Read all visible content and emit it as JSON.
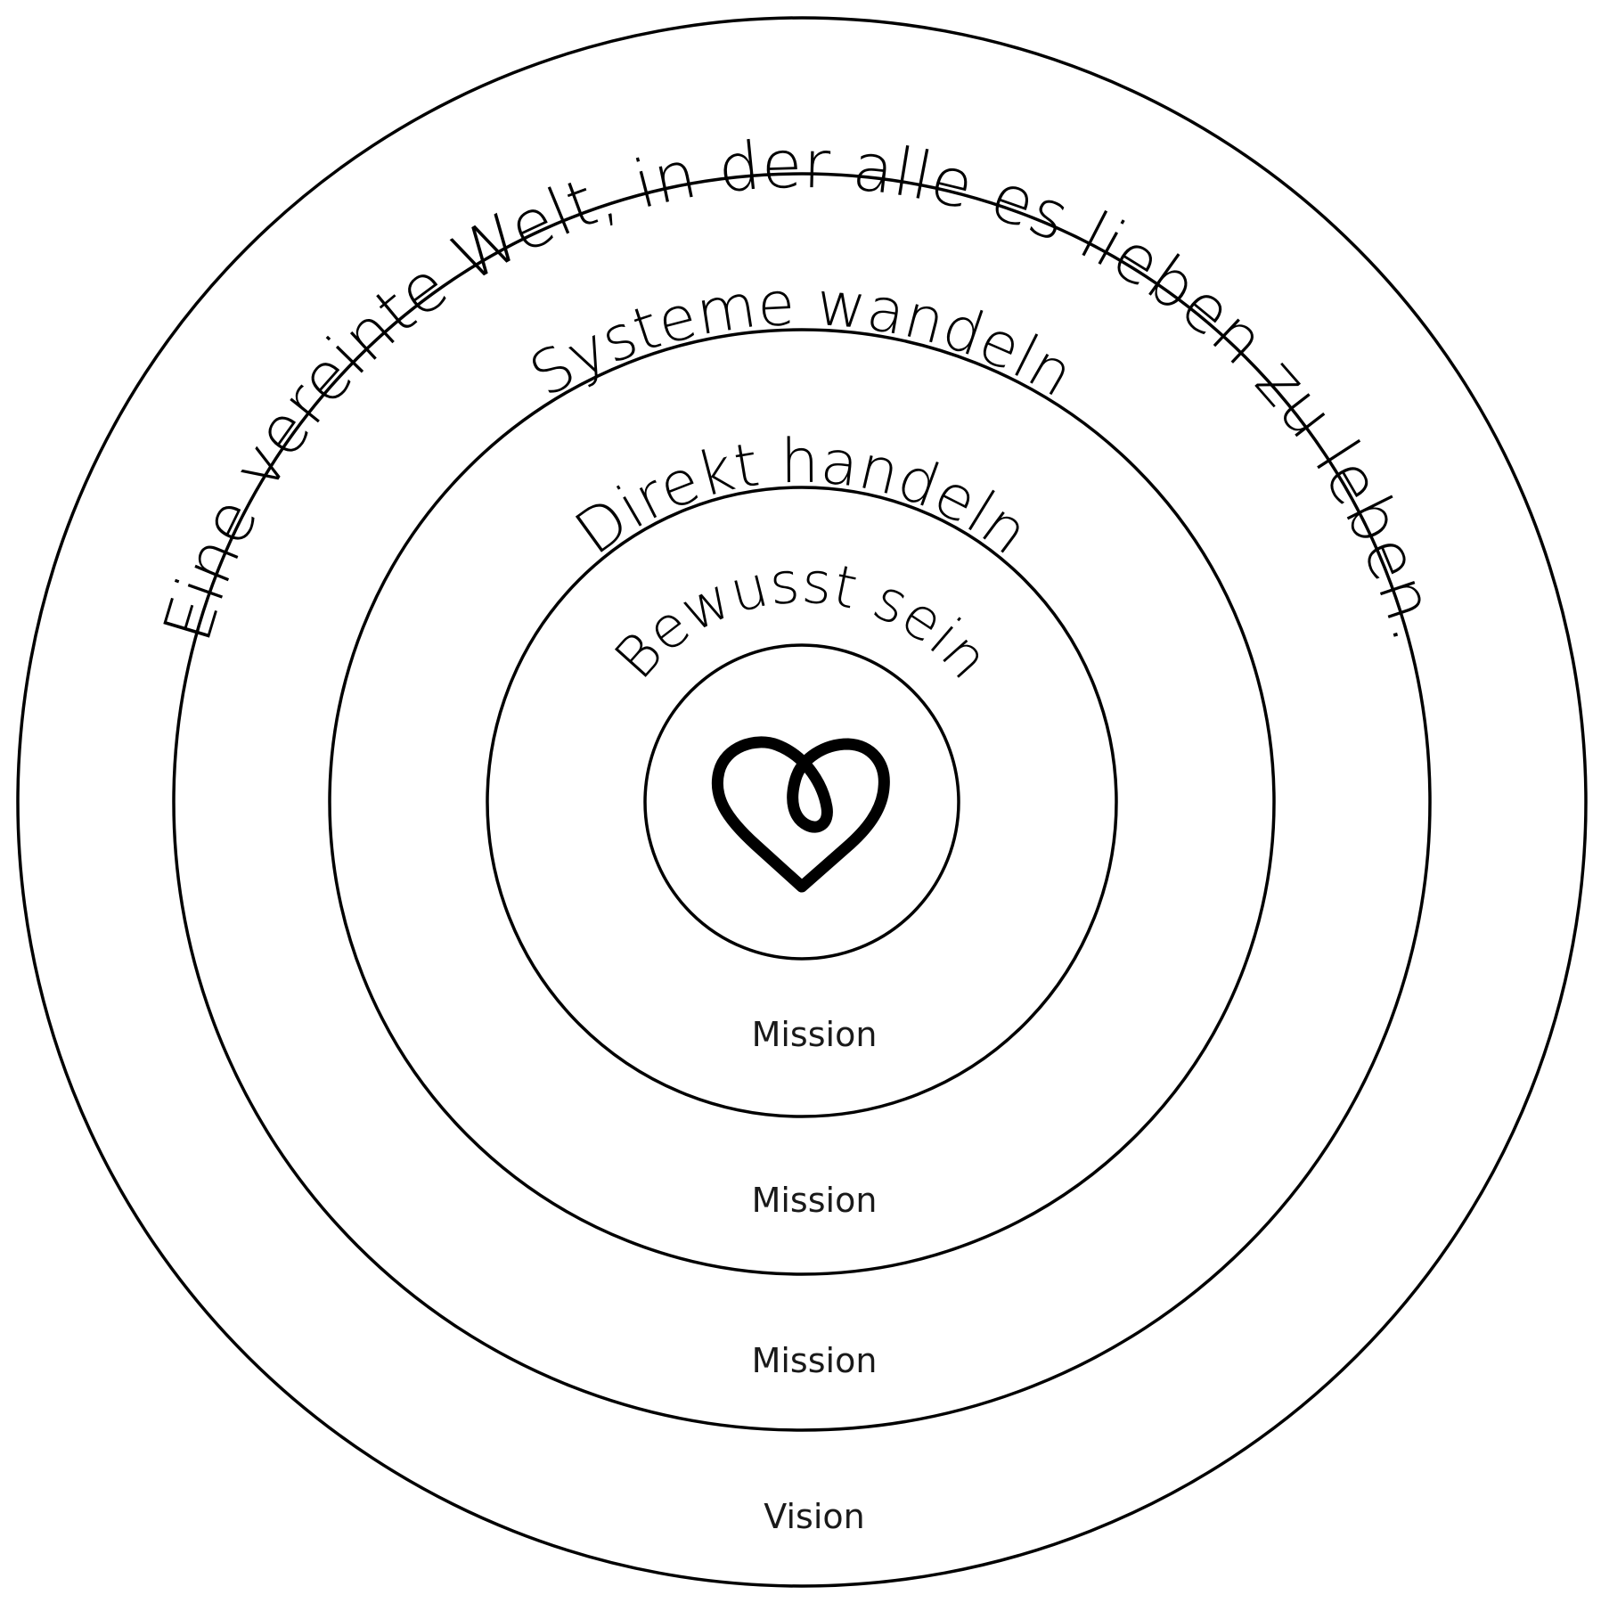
{
  "colors": {
    "stroke": "#000000",
    "background": "#ffffff",
    "label": "#1a1a1a"
  },
  "center": {
    "icon": "loop-heart-icon"
  },
  "rings": [
    {
      "id": "vision",
      "curved_text": "Eine vereinte Welt, in der alle es lieben zu leben.",
      "label": "Vision"
    },
    {
      "id": "mission3",
      "curved_text": "Systeme wandeln",
      "label": "Mission"
    },
    {
      "id": "mission2",
      "curved_text": "Direkt handeln",
      "label": "Mission"
    },
    {
      "id": "mission1",
      "curved_text": "Bewusst sein",
      "label": "Mission"
    }
  ]
}
